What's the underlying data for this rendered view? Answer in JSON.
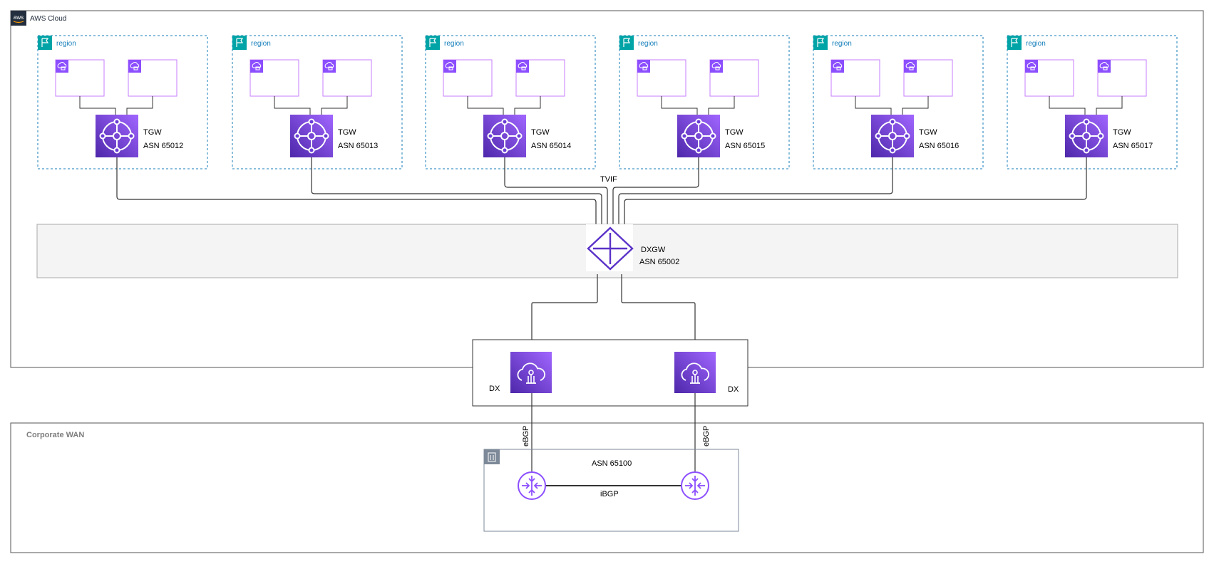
{
  "aws_cloud": {
    "label": "AWS Cloud",
    "logo_text": "aws"
  },
  "regions": [
    {
      "label": "region",
      "tgw_label": "TGW",
      "asn": "ASN 65012"
    },
    {
      "label": "region",
      "tgw_label": "TGW",
      "asn": "ASN 65013"
    },
    {
      "label": "region",
      "tgw_label": "TGW",
      "asn": "ASN 65014"
    },
    {
      "label": "region",
      "tgw_label": "TGW",
      "asn": "ASN 65015"
    },
    {
      "label": "region",
      "tgw_label": "TGW",
      "asn": "ASN 65016"
    },
    {
      "label": "region",
      "tgw_label": "TGW",
      "asn": "ASN 65017"
    }
  ],
  "tvif_label": "TVIF",
  "dxgw": {
    "label": "DXGW",
    "asn": "ASN 65002"
  },
  "dx": [
    {
      "label": "DX"
    },
    {
      "label": "DX"
    }
  ],
  "corporate_wan": {
    "label": "Corporate WAN",
    "asn": "ASN 65100",
    "ibgp_label": "iBGP",
    "ebgp_labels": [
      "eBGP",
      "eBGP"
    ]
  },
  "colors": {
    "region_teal": "#00a4a6",
    "purple": "#8c4fff",
    "purple_dark": "#4d27aa",
    "line": "#333333",
    "band_fill": "#f4f4f4",
    "dc_border": "#7d8998"
  }
}
